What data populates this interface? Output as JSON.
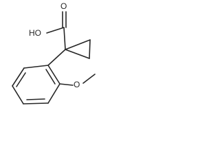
{
  "structure": {
    "labels": {
      "hydroxyl": "HO",
      "carbonyl_oxygen": "O",
      "methoxy_oxygen": "O"
    }
  }
}
